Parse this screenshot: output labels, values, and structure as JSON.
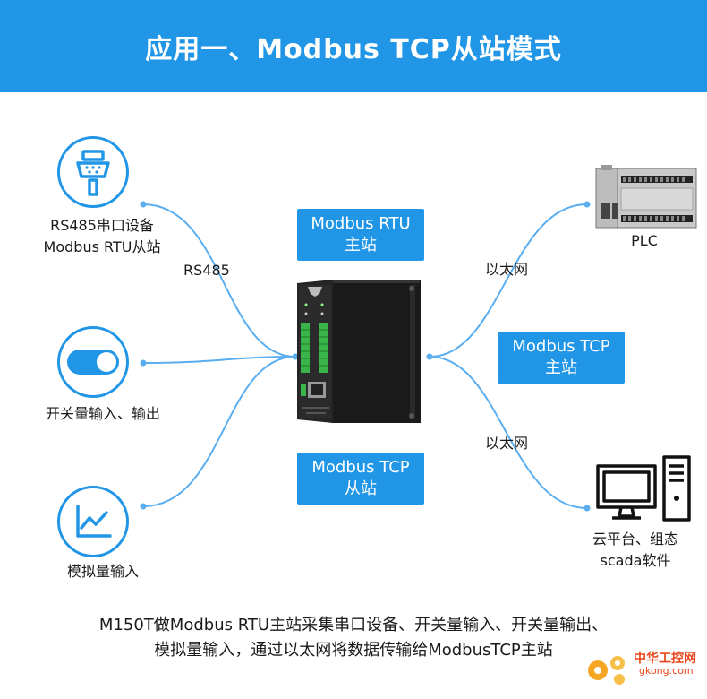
{
  "header": {
    "title": "应用一、Modbus TCP从站模式"
  },
  "left": {
    "rs485_device": {
      "line1": "RS485串口设备",
      "line2": "Modbus RTU从站",
      "icon": "serial-port-icon"
    },
    "switch_io": {
      "label": "开关量输入、输出",
      "icon": "toggle-switch-icon"
    },
    "analog_input": {
      "label": "模拟量输入",
      "icon": "line-chart-icon"
    },
    "wire_label": "RS485"
  },
  "center": {
    "rtu_master": {
      "line1": "Modbus RTU",
      "line2": "主站"
    },
    "tcp_slave": {
      "line1": "Modbus TCP",
      "line2": "从站"
    },
    "device": "m150t-device-image"
  },
  "right": {
    "plc": {
      "label": "PLC",
      "icon": "plc-icon"
    },
    "cloud": {
      "line1": "云平台、组态",
      "line2": "scada软件",
      "icon": "computer-icon"
    },
    "tcp_master": {
      "line1": "Modbus TCP",
      "line2": "主站"
    },
    "wire_label_top": "以太网",
    "wire_label_bottom": "以太网"
  },
  "footer": {
    "line1": "M150T做Modbus RTU主站采集串口设备、开关量输入、开关量输出、",
    "line2": "模拟量输入，通过以太网将数据传输给ModbusTCP主站"
  },
  "watermark": {
    "line1": "中华工控网",
    "line2": "gkong.com"
  },
  "colors": {
    "accent": "#2196e6",
    "wire": "#5aaef0",
    "text": "#1a1a1a"
  }
}
